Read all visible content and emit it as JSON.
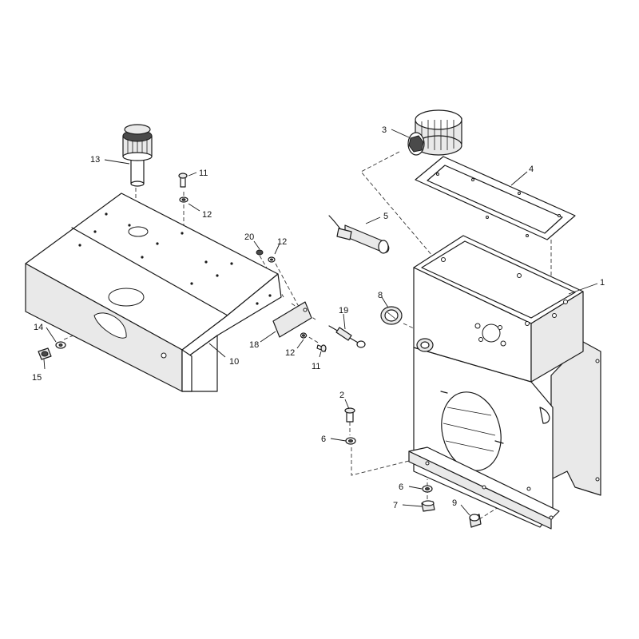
{
  "callouts": [
    {
      "id": "c1",
      "label": "1"
    },
    {
      "id": "c2",
      "label": "2"
    },
    {
      "id": "c3",
      "label": "3"
    },
    {
      "id": "c4",
      "label": "4"
    },
    {
      "id": "c5",
      "label": "5"
    },
    {
      "id": "c6a",
      "label": "6"
    },
    {
      "id": "c6b",
      "label": "6"
    },
    {
      "id": "c7",
      "label": "7"
    },
    {
      "id": "c8",
      "label": "8"
    },
    {
      "id": "c9",
      "label": "9"
    },
    {
      "id": "c10",
      "label": "10"
    },
    {
      "id": "c11a",
      "label": "11"
    },
    {
      "id": "c11b",
      "label": "11"
    },
    {
      "id": "c12a",
      "label": "12"
    },
    {
      "id": "c12b",
      "label": "12"
    },
    {
      "id": "c12c",
      "label": "12"
    },
    {
      "id": "c13",
      "label": "13"
    },
    {
      "id": "c14",
      "label": "14"
    },
    {
      "id": "c15",
      "label": "15"
    },
    {
      "id": "c18",
      "label": "18"
    },
    {
      "id": "c19",
      "label": "19"
    },
    {
      "id": "c20",
      "label": "20"
    }
  ]
}
